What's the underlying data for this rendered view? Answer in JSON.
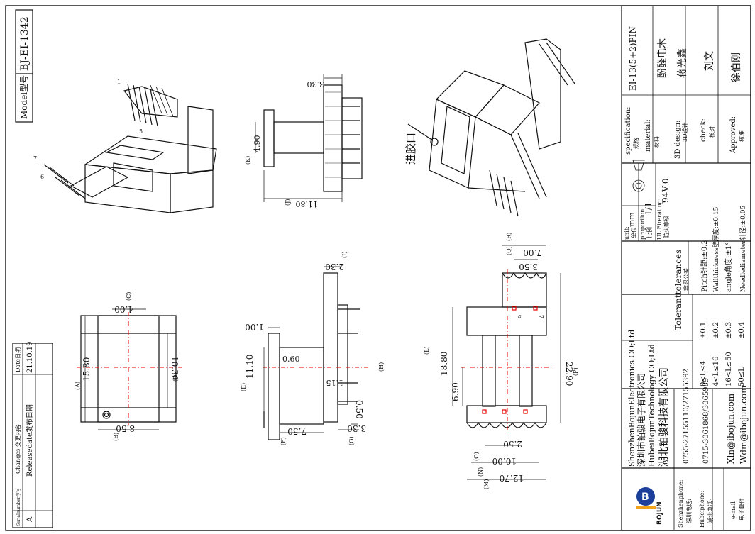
{
  "model_label": "Model型号",
  "model_code": "BJ-EI-1342",
  "pins": {
    "p1": "1",
    "p5": "5",
    "p6": "6",
    "p7": "7",
    "p6b": "6",
    "p7b": "7"
  },
  "dims": {
    "A": "15.80",
    "A_tag": "(A)",
    "B": "8.50",
    "B_tag": "(B)",
    "C": "4.00",
    "C_tag": "(C)",
    "D": "10.30",
    "D_tag": "(D)",
    "E": "11.10",
    "E_tag": "(E)",
    "F": "7.50",
    "F_tag": "(F)",
    "G": "3.30",
    "G_tag": "(G)",
    "H": "0.50",
    "H_tag": "(H)",
    "I": "2.30",
    "I_tag": "(I)",
    "J": "11.80",
    "J_tag": "(J)",
    "K": "4.90",
    "K_tag": "(K)",
    "L": "18.80",
    "L_tag": "(L)",
    "M": "12.70",
    "M_tag": "(M)",
    "N": "10.00",
    "N_tag": "(N)",
    "O": "2.50",
    "O_tag": "(O)",
    "P": "22.90",
    "P_tag": "(P)",
    "Q": "3.50",
    "Q_tag": "(Q)",
    "R": "7.00",
    "R_tag": "(R)",
    "top_330": "3.30",
    "side_100": "1.00",
    "side_060": "0.60",
    "side_115": "1.15",
    "side_690": "6.90"
  },
  "gate_label": "进胶口",
  "changes": {
    "col_serial": "Serialnumber序号",
    "col_changes": "Changes 变更内容",
    "col_date": "Date日期",
    "row_serial": "A",
    "row_change": "Releasedate发布日期",
    "row_date": "21.10.19"
  },
  "title_block": {
    "spec_label": "specification:",
    "spec_label_cn": "规格",
    "spec_value": "EI-13(5+2)PIN",
    "material_label": "material:",
    "material_label_cn": "材料",
    "material_value": "酚醛电木",
    "design_label": "3D design:",
    "design_label_cn": "3D设计",
    "design_value": "蒋光鑫",
    "check_label": "check:",
    "check_label_cn": "核对",
    "check_value": "刘文",
    "approved_label": "Approved:",
    "approved_label_cn": "核准",
    "approved_value": "徐伯刚",
    "unit_label": "unit:",
    "unit_label_cn": "单位",
    "unit_value": "mm",
    "proportion_label": "proportion:",
    "proportion_label_cn": "比例",
    "proportion_value": "1/1",
    "fire_label": "UL Firerating:",
    "fire_label_cn": "防火等级",
    "fire_value": "94V-0",
    "tol_title": "Toleranttolerances",
    "tol_title_cn": "容忍公差",
    "tol_rows": [
      {
        "range": "0<L≤4",
        "value": "±0.1"
      },
      {
        "range": "4<L≤16",
        "value": "±0.2"
      },
      {
        "range": "16<L≤50",
        "value": "±0.3"
      },
      {
        "range": "50≤L",
        "value": "±0.4"
      }
    ],
    "pitch": "Pitch针距:±0.2",
    "wall": "Wallthickness壁厚度:±0.15",
    "angle": "angle角度:±1°",
    "needle": "Needlediameter针径:±0.05",
    "company_en1": "ShenzhenBojunElectronics CO;Ltd",
    "company_cn1": "深圳市铂骏电子有限公司",
    "company_en2": "HubeiBojunTechnology CO;Ltd",
    "company_cn2": "湖北铂骏科技有限公司",
    "sz_phone_label": "Shenzhenphone:",
    "sz_phone_label_cn": "深圳电话:",
    "sz_phone": "0755-27155110/27155392",
    "hb_phone_label": "Hubeiphone:",
    "hb_phone_label_cn": "湖北电话:",
    "hb_phone": "0715-3061868/3065989",
    "email_label": "e-mail",
    "email_label_cn": "电子邮件",
    "email1": "Xln@ibojun.com",
    "email2": "Wdm@ibojun.com",
    "logo_text": "BOJUN",
    "logo_initial": "B",
    "logo_color": "#1b3f9a",
    "logo_accent": "#f3a21c"
  }
}
